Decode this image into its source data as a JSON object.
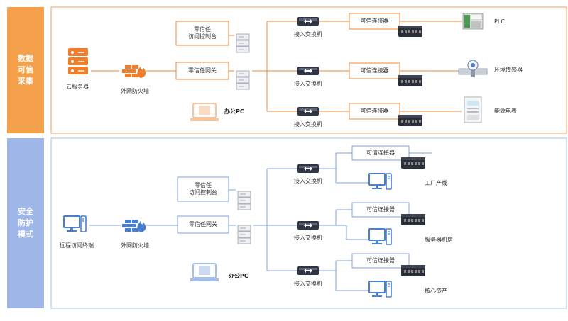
{
  "sections": {
    "top": {
      "title_lines": [
        "数据",
        "可信",
        "采集"
      ],
      "color": "#f5a04b",
      "border": "#f0a35a"
    },
    "bottom": {
      "title_lines": [
        "安全",
        "防护",
        "模式"
      ],
      "color": "#9fb6e8",
      "border": "#a9c0ea"
    }
  },
  "top": {
    "server_label": "云服务器",
    "firewall_label": "外网防火墙",
    "console_label_1": "零信任",
    "console_label_2": "访问控制台",
    "gateway_label": "零信任网关",
    "office_pc_label": "办公PC",
    "switch_label": "接入交换机",
    "connector_label": "可信连接器",
    "devices": [
      "PLC",
      "环境传感器",
      "能源电表"
    ]
  },
  "bottom": {
    "terminal_label": "远程访问终端",
    "firewall_label": "外网防火墙",
    "console_label_1": "零信任",
    "console_label_2": "访问控制台",
    "gateway_label": "零信任网关",
    "office_pc_label": "办公PC",
    "switch_label": "接入交换机",
    "connector_label": "可信连接器",
    "assets": [
      "工厂产线",
      "服务器机房",
      "核心资产"
    ]
  },
  "colors": {
    "orange_line": "#f08a3a",
    "blue_line": "#7fa3de",
    "icon_orange": "#f07d2a",
    "icon_blue": "#4a7fd0",
    "dark": "#2f3545"
  }
}
